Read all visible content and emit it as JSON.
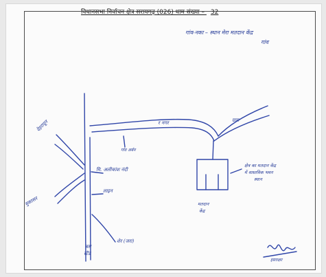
{
  "header": {
    "title": "विधानसभा निर्वाचन क्षेत्र सरायगढ़ (026) धाम संख्या – ",
    "page_no": "32"
  },
  "annotations": {
    "top_right_1": "गांव-नका – स्थान मेरा मतदान केंद्र",
    "top_right_2": "गांव",
    "road_top_1": "र नगर",
    "road_top_2": "ग्राम",
    "road_left": "देहरादून",
    "branch_mid": "गांव अर्बन",
    "branch_left": "मुक्तसर",
    "village_label": "मि. अलीकांश नंदी",
    "side_note": "लाइन",
    "building_right_1": "क्षेत्र का मतदान केंद्र",
    "building_right_2": "में वास्तविक भवन",
    "building_right_3": "स्थान",
    "building_bottom_1": "मतदान",
    "building_bottom_2": "केंद्र",
    "bottom_branch": "शेर (जरा)",
    "bottom_left_1": "बस",
    "bottom_left_2": "स्टैंड",
    "signature": "हस्ताक्षर"
  }
}
